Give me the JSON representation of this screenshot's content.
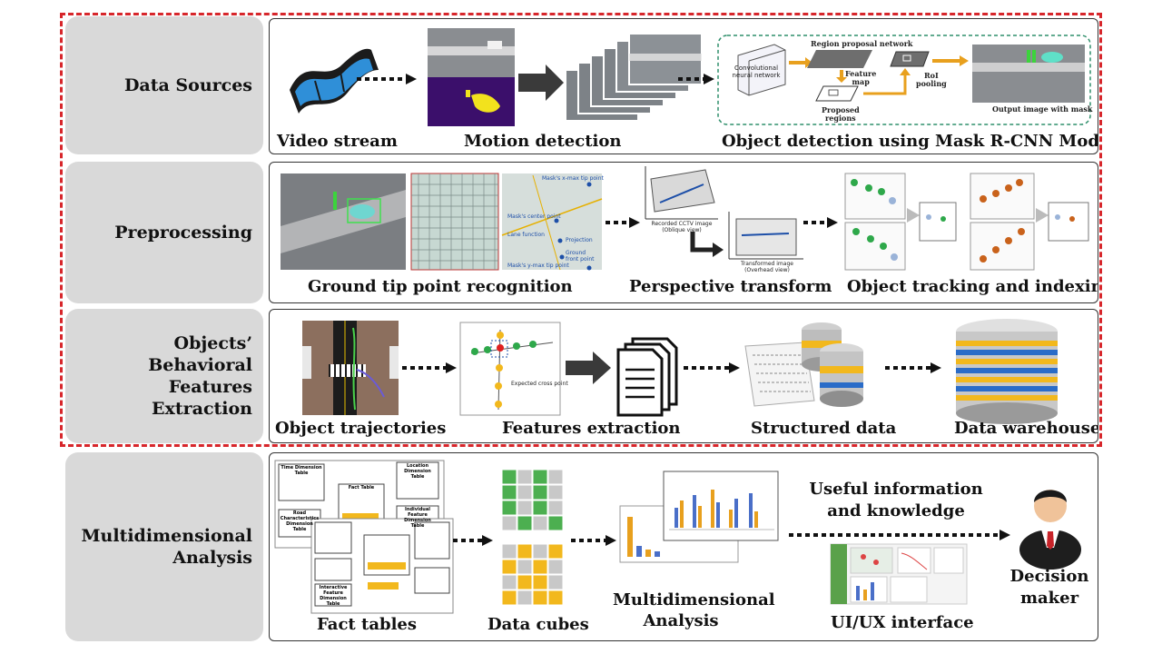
{
  "stages": {
    "data_sources": "Data Sources",
    "preprocessing": "Preprocessing",
    "behavioral_1": "Objects’ Behavioral",
    "behavioral_2": "Features Extraction",
    "multidim_1": "Multidimensional",
    "multidim_2": "Analysis"
  },
  "row1": {
    "video_stream": "Video stream",
    "motion_detection": "Motion detection",
    "object_detection": "Object detection using Mask R-CNN Model",
    "mask": {
      "cnn_1": "Convolutional",
      "cnn_2": "neural network",
      "rpn": "Region proposal network",
      "feature_1": "Feature",
      "feature_2": "map",
      "roi_1": "RoI",
      "roi_2": "pooling",
      "proposed_1": "Proposed",
      "proposed_2": "regions",
      "output": "Output image with mask"
    }
  },
  "row2": {
    "ground_tip": "Ground tip point recognition",
    "perspective": "Perspective transform",
    "tracking": "Object tracking and indexing",
    "labels": {
      "xmax": "Mask's x-max tip point",
      "center": "Mask's center point",
      "lane": "Lane function",
      "projection": "Projection",
      "ground_1": "Ground",
      "ground_2": "front point",
      "ymax": "Mask's y-max tip point",
      "cctv_1": "Recorded CCTV image",
      "cctv_2": "(Oblique view)",
      "transformed_1": "Transformed image",
      "transformed_2": "(Overhead view)"
    }
  },
  "row3": {
    "trajectories": "Object trajectories",
    "features": "Features extraction",
    "structured": "Structured data",
    "warehouse": "Data warehouse",
    "cross_point": "Expected cross point"
  },
  "row4": {
    "fact_tables": "Fact tables",
    "data_cubes": "Data cubes",
    "analysis_1": "Multidimensional",
    "analysis_2": "Analysis",
    "useful_1": "Useful information",
    "useful_2": "and knowledge",
    "uiux": "UI/UX interface",
    "decision_1": "Decision",
    "decision_2": "maker",
    "tables": {
      "time": "Time Dimension Table",
      "fact": "Fact Table",
      "location": "Location Dimension Table",
      "road": "Road Characteristics Dimension Table",
      "individual": "Individual Feature Dimension Table",
      "interactive": "Interactive Feature Dimension Table"
    }
  },
  "colors": {
    "border_dash": "#d7262b",
    "side_bg": "#d9d9d9",
    "cube_green": "#4caf50",
    "cube_yellow": "#f2b81d",
    "cube_gray": "#c8c8c8",
    "arrow_orange": "#e8a01e"
  }
}
